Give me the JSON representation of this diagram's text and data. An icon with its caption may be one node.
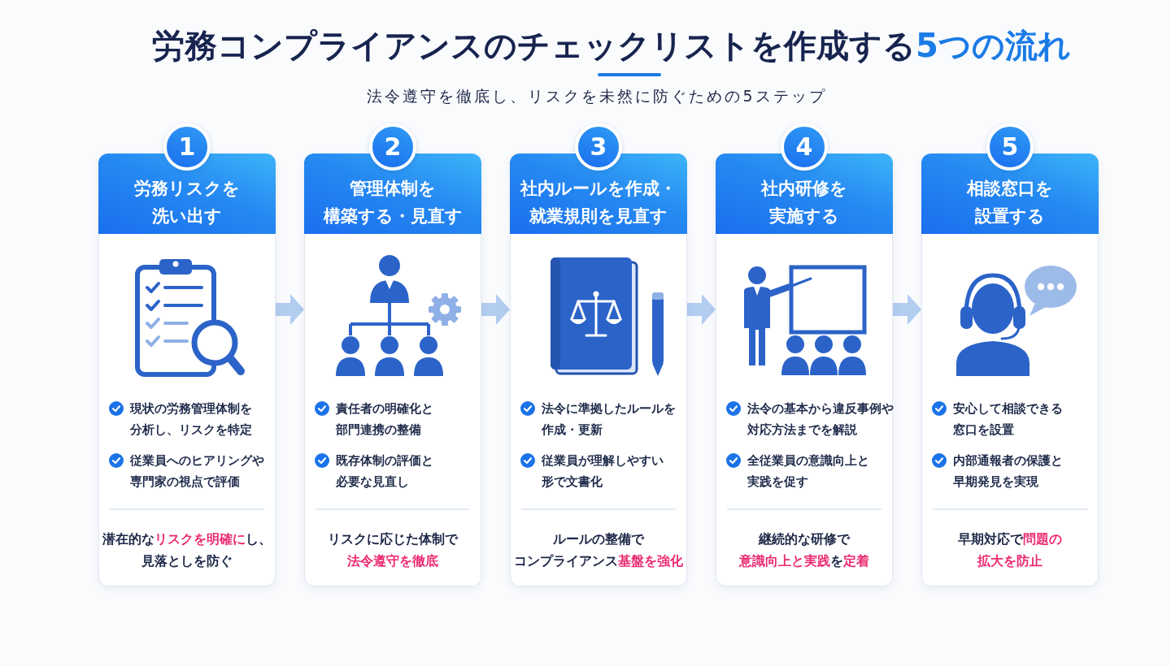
{
  "diagram": {
    "title": "労務コンプライアンスのチェックリストを作成する**5つの流れ**",
    "nodes": [
      {
        "text": [
          "1"
        ]
      },
      {
        "text": [
          "現状の労務管理体制を分析し、リスクを特定",
          "従業員へのヒアリングや専門家の視点で評価",
          "潜在的な**リスクを明確に**し、見落としを防ぐ"
        ]
      },
      {
        "text": [
          "労務リスクを洗い出す"
        ],
        "in": 1
      },
      {
        "text": [
          "2"
        ]
      },
      {
        "text": [
          "責任者の明確化と部門連携の整備",
          "既存体制の評価と必要な見直し",
          "リスクに応じた体制で**法令遵守を徹底**"
        ]
      },
      {
        "text": [
          "管理体制を構築する・見直す"
        ],
        "in": 4
      },
      {
        "text": [
          "3"
        ]
      },
      {
        "text": [
          "法令に準拠したルールを作成・更新",
          "従業員が理解しやすい形で文書化",
          "ルールの整備でコンプライアンス**基盤を強化**"
        ]
      },
      {
        "text": [
          "社内ルールを作成・就業規則を見直す"
        ],
        "in": 7
      },
      {
        "text": [
          "4"
        ]
      },
      {
        "text": [
          "法令の基本から違反事例や対応方法までを解説",
          "全従業員の意識向上と実践を促す",
          "継続的な研修で**意識向上と実践**を**定着**"
        ]
      },
      {
        "text": [
          "社内研修を実施する"
        ],
        "in": 10
      },
      {
        "text": [
          "5"
        ]
      },
      {
        "text": [
          "安心して相談できる窓口を設置",
          "内部通報者の保護と早期発見を実現",
          "早期対応で**問題の拡大を防止**"
        ]
      },
      {
        "text": [
          "相談窓口を設置する"
        ],
        "in": 13
      }
    ],
    "edges": [
      {
        "from": 1,
        "to": 4,
        "arrow": "to"
      },
      {
        "from": 4,
        "to": 7,
        "arrow": "to"
      },
      {
        "from": 7,
        "to": 10,
        "arrow": "to"
      },
      {
        "from": 10,
        "to": 13,
        "arrow": "to"
      }
    ],
    "labels": [
      "法令遵守を徹底し、リスクを未然に防ぐための5ステップ"
    ]
  }
}
